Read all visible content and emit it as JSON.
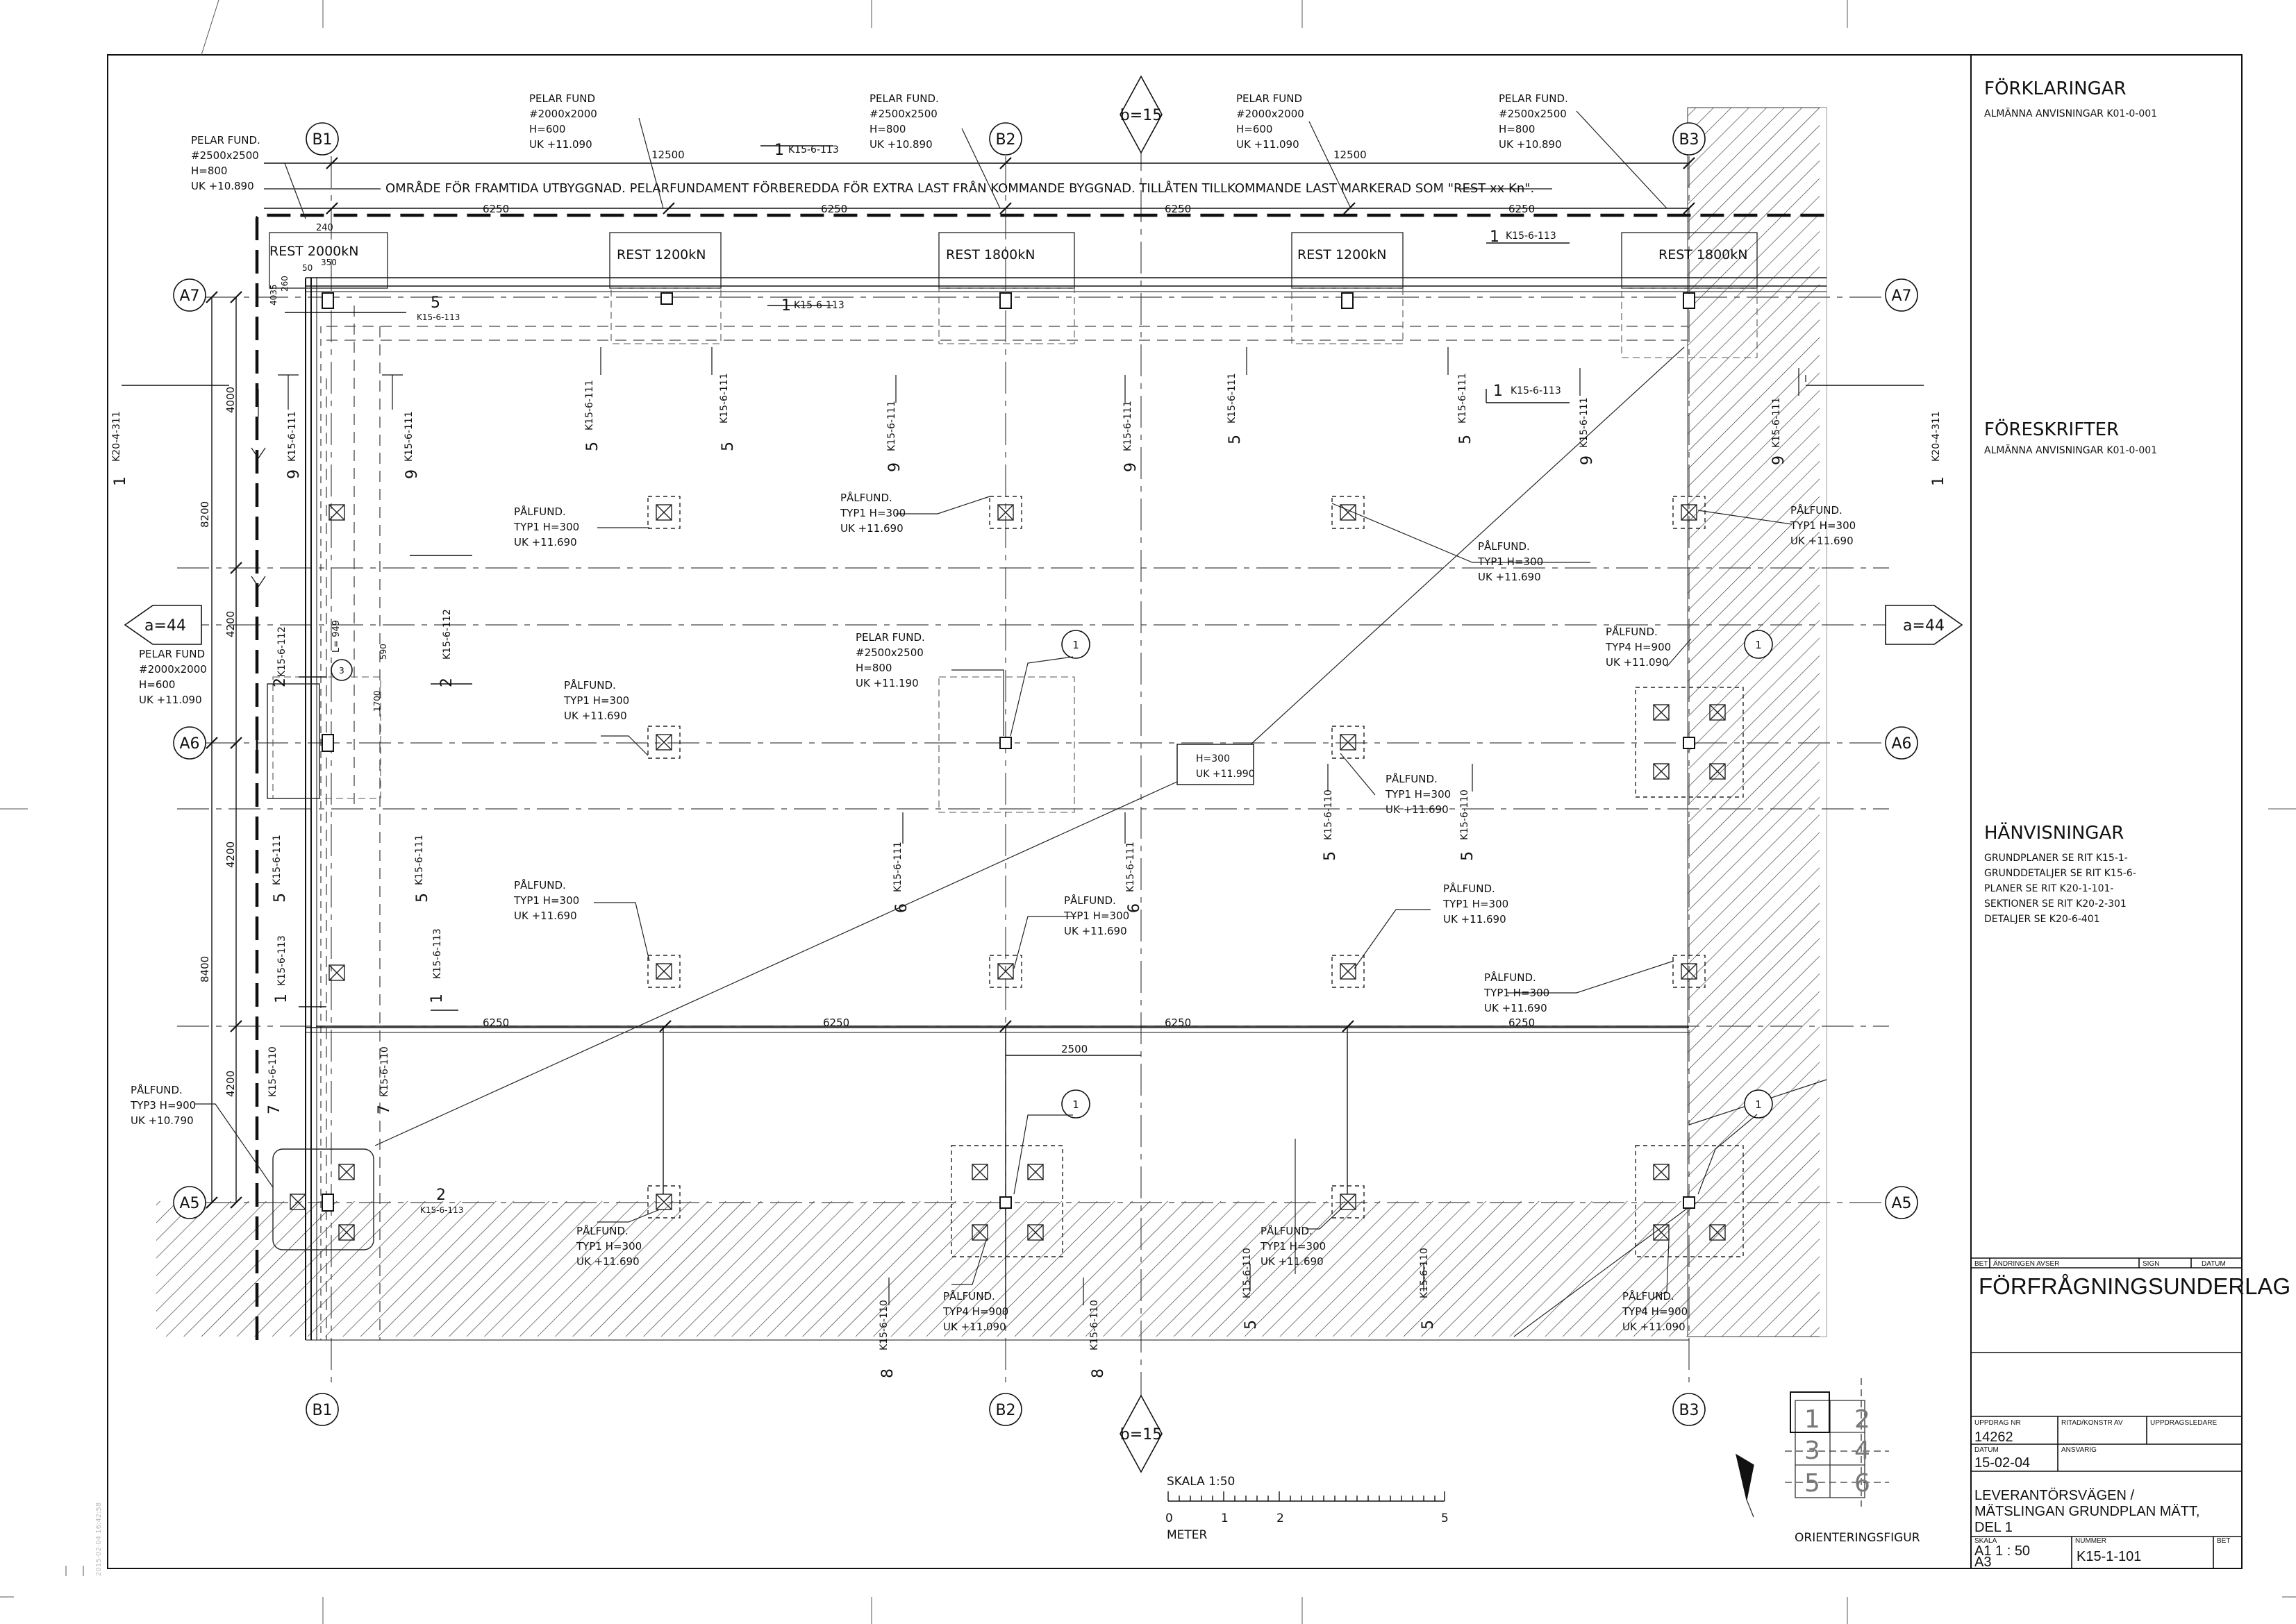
{
  "sheet": {
    "note": "OMRÅDE FÖR FRAMTIDA UTBYGGNAD. PELARFUNDAMENT FÖRBEREDDA FÖR EXTRA LAST FRÅN KOMMANDE BYGGNAD. TILLÅTEN TILLKOMMANDE LAST MARKERAD SOM \"REST xx Kn\".",
    "stamp": "2015-02-04 16:42:58"
  },
  "grid": {
    "cols": [
      "B1",
      "B2",
      "B3"
    ],
    "rows": [
      "A7",
      "A6",
      "A5"
    ],
    "diamond_top": "b=15",
    "diamond_bottom": "b=15",
    "diamond_side": "a=44"
  },
  "dims": {
    "d12500": "12500",
    "d6250": "6250",
    "d2500": "2500",
    "d4000": "4000",
    "d8200": "8200",
    "d4200": "4200",
    "d8400": "8400",
    "d240": "240",
    "d50": "50",
    "d350": "350"
  },
  "rests": [
    "REST 2000kN",
    "REST 1200kN",
    "REST 1800kN",
    "REST 1200kN",
    "REST 1800kN"
  ],
  "pelar": {
    "p1": [
      "PELAR FUND.",
      "#2500x2500",
      "H=800",
      "UK +10.890"
    ],
    "p2": [
      "PELAR FUND",
      "#2000x2000",
      "H=600",
      "UK +11.090"
    ],
    "p3": [
      "PELAR FUND.",
      "#2500x2500",
      "H=800",
      "UK +10.890"
    ],
    "p4": [
      "PELAR FUND",
      "#2000x2000",
      "H=600",
      "UK +11.090"
    ],
    "p5": [
      "PELAR FUND.",
      "#2500x2500",
      "H=800",
      "UK +10.890"
    ],
    "p6": [
      "PELAR FUND",
      "#2000x2000",
      "H=600",
      "UK +11.090"
    ],
    "p7": [
      "PELAR FUND.",
      "#2500x2500",
      "H=800",
      "UK +11.190"
    ]
  },
  "pal": {
    "typ1_690": [
      "PÅLFUND.",
      "TYP1 H=300",
      "UK +11.690"
    ],
    "typ4_900": [
      "PÅLFUND.",
      "TYP4 H=900",
      "UK +11.090"
    ],
    "typ3_900": [
      "PÅLFUND.",
      "TYP3 H=900",
      "UK +10.790"
    ],
    "h300": [
      "H=300",
      "UK +11.990"
    ]
  },
  "refs": {
    "k113": "K15-6-113",
    "k111": "K15-6-111",
    "k112": "K15-6-112",
    "k110": "K15-6-110",
    "k311": "K20-4-311",
    "l": "L= 949",
    "d590": "590",
    "d1700": "1700",
    "d260": "260",
    "d4035": "4035"
  },
  "side": {
    "h1": "FÖRKLARINGAR",
    "s1": "ALMÄNNA ANVISNINGAR K01-0-001",
    "h2": "FÖRESKRIFTER",
    "s2": "ALMÄNNA ANVISNINGAR K01-0-001",
    "h3": "HÄNVISNINGAR",
    "s3": [
      "GRUNDPLANER SE RIT K15-1-",
      "GRUNDDETALJER SE RIT K15-6-",
      "PLANER SE RIT K20-1-101-",
      "SEKTIONER SE RIT K20-2-301",
      "DETALJER SE K20-6-401"
    ]
  },
  "titleblock": {
    "c_bet": "BET",
    "c_andring": "ÄNDRINGEN AVSER",
    "c_sign": "SIGN",
    "c_datum": "DATUM",
    "status": "FÖRFRÅGNINGSUNDERLAG",
    "l_uppdrag": "UPPDRAG NR",
    "uppdrag": "14262",
    "l_ritad": "RITAD/KONSTR AV",
    "l_ledare": "UPPDRAGSLEDARE",
    "l_datum": "DATUM",
    "datum": "15-02-04",
    "l_ansvarig": "ANSVARIG",
    "title1": "LEVERANTÖRSVÄGEN /",
    "title2": "MÄTSLINGAN GRUNDPLAN MÄTT,",
    "title3": "DEL 1",
    "l_skala": "SKALA",
    "skala1": "A1   1 : 50",
    "skala2": "A3",
    "l_nummer": "NUMMER",
    "l_bet": "BET",
    "nummer": "K15-1-101"
  },
  "scale": {
    "label": "SKALA 1:50",
    "t0": "0",
    "t1": "1",
    "t2": "2",
    "t5": "5",
    "unit": "METER"
  },
  "orient": {
    "label": "ORIENTERINGSFIGUR",
    "cells": [
      "1",
      "2",
      "3",
      "4",
      "5",
      "6"
    ]
  }
}
